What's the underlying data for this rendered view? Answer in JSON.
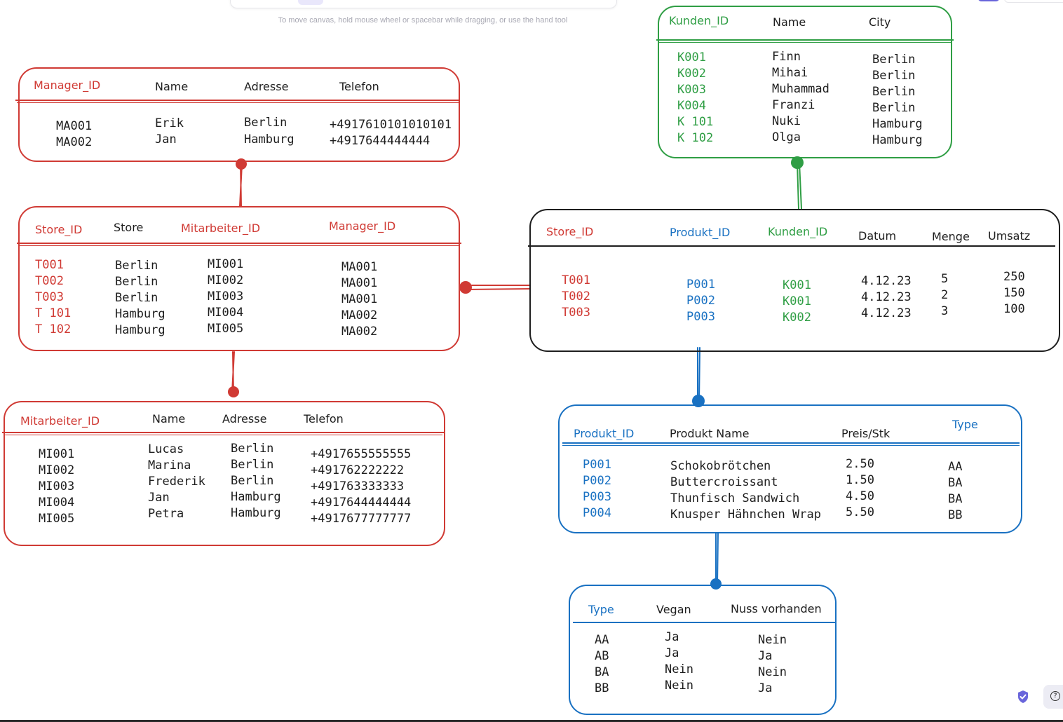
{
  "canvas": {
    "hint": "To move canvas, hold mouse wheel or spacebar while dragging, or use the hand tool"
  },
  "colors": {
    "red": "#d03a34",
    "green": "#2f9e44",
    "black": "#1e1e1e",
    "blue": "#1971c2"
  },
  "tables": {
    "manager": {
      "headers": [
        "Manager_ID",
        "Name",
        "Adresse",
        "Telefon"
      ],
      "rows": [
        [
          "MA001",
          "Erik",
          "Berlin",
          "+4917610101010101"
        ],
        [
          "MA002",
          "Jan",
          "Hamburg",
          "+4917644444444"
        ]
      ]
    },
    "store": {
      "headers": [
        "Store_ID",
        "Store",
        "Mitarbeiter_ID",
        "Manager_ID"
      ],
      "rows": [
        [
          "T001",
          "Berlin",
          "MI001",
          "MA001"
        ],
        [
          "T002",
          "Berlin",
          "MI002",
          "MA001"
        ],
        [
          "T003",
          "Berlin",
          "MI003",
          "MA001"
        ],
        [
          "T 101",
          "Hamburg",
          "MI004",
          "MA002"
        ],
        [
          "T 102",
          "Hamburg",
          "MI005",
          "MA002"
        ]
      ]
    },
    "mitarbeiter": {
      "headers": [
        "Mitarbeiter_ID",
        "Name",
        "Adresse",
        "Telefon"
      ],
      "rows": [
        [
          "MI001",
          "Lucas",
          "Berlin",
          "+4917655555555"
        ],
        [
          "MI002",
          "Marina",
          "Berlin",
          "+491762222222"
        ],
        [
          "MI003",
          "Frederik",
          "Berlin",
          "+491763333333"
        ],
        [
          "MI004",
          "Jan",
          "Hamburg",
          "+4917644444444"
        ],
        [
          "MI005",
          "Petra",
          "Hamburg",
          "+4917677777777"
        ]
      ]
    },
    "kunden": {
      "headers": [
        "Kunden_ID",
        "Name",
        "City"
      ],
      "rows": [
        [
          "K001",
          "Finn",
          "Berlin"
        ],
        [
          "K002",
          "Mihai",
          "Berlin"
        ],
        [
          "K003",
          "Muhammad",
          "Berlin"
        ],
        [
          "K004",
          "Franzi",
          "Berlin"
        ],
        [
          "K 101",
          "Nuki",
          "Hamburg"
        ],
        [
          "K 102",
          "Olga",
          "Hamburg"
        ]
      ]
    },
    "umsatz": {
      "headers": [
        "Store_ID",
        "Produkt_ID",
        "Kunden_ID",
        "Datum",
        "Menge",
        "Umsatz"
      ],
      "rows": [
        [
          "T001",
          "P001",
          "K001",
          "4.12.23",
          "5",
          "250"
        ],
        [
          "T002",
          "P002",
          "K001",
          "4.12.23",
          "2",
          "150"
        ],
        [
          "T003",
          "P003",
          "K002",
          "4.12.23",
          "3",
          "100"
        ]
      ]
    },
    "produkt": {
      "headers": [
        "Produkt_ID",
        "Produkt Name",
        "Preis/Stk",
        "Type"
      ],
      "rows": [
        [
          "P001",
          "Schokobrötchen",
          "2.50",
          "AA"
        ],
        [
          "P002",
          "Buttercroissant",
          "1.50",
          "BA"
        ],
        [
          "P003",
          "Thunfisch Sandwich",
          "4.50",
          "BA"
        ],
        [
          "P004",
          "Knusper Hähnchen Wrap",
          "5.50",
          "BB"
        ]
      ]
    },
    "type": {
      "headers": [
        "Type",
        "Vegan",
        "Nuss vorhanden"
      ],
      "rows": [
        [
          "AA",
          "Ja",
          "Nein"
        ],
        [
          "AB",
          "Ja",
          "Ja"
        ],
        [
          "BA",
          "Nein",
          "Nein"
        ],
        [
          "BB",
          "Nein",
          "Ja"
        ]
      ]
    }
  }
}
